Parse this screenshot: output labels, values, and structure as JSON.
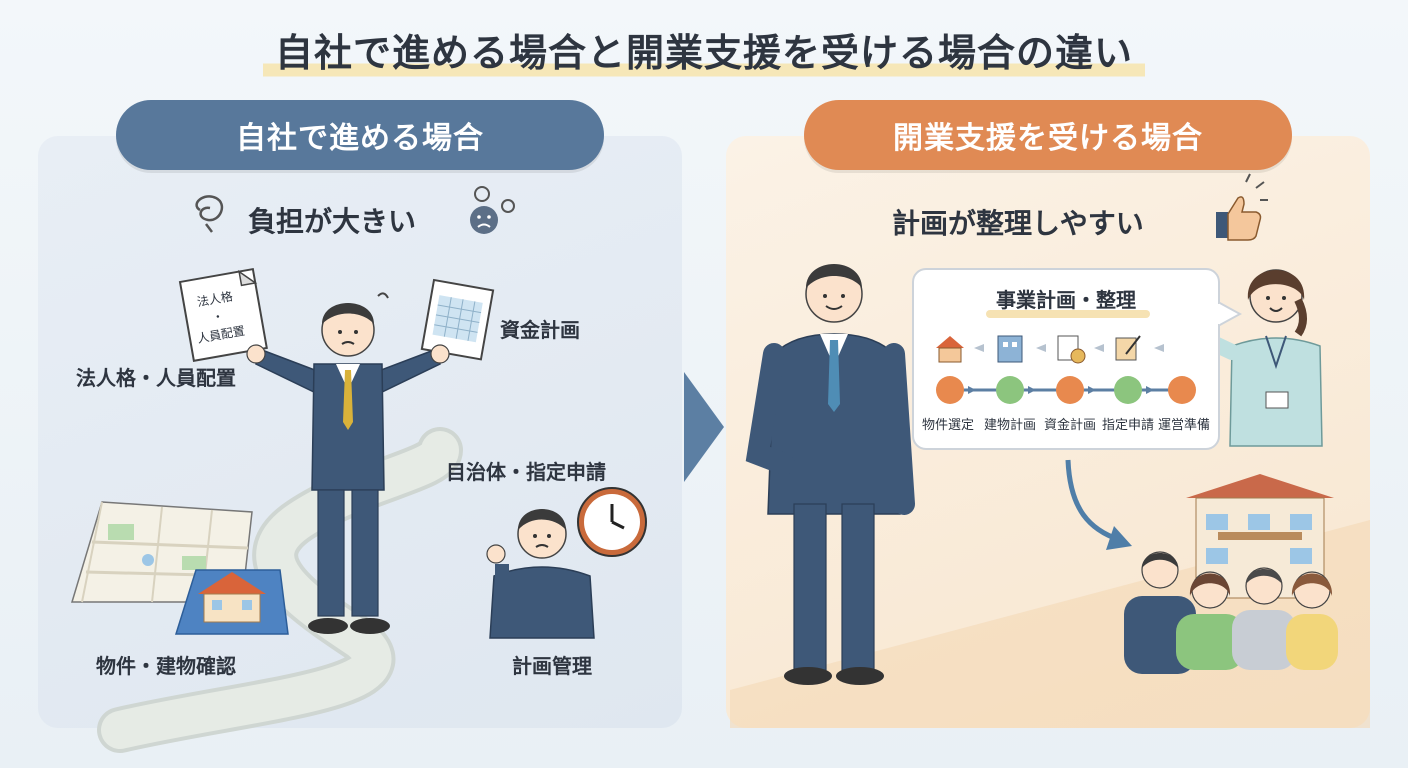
{
  "title": "自社で進める場合と開業支援を受ける場合の違い",
  "left": {
    "header": "自社で進める場合",
    "subtitle": "負担が大きい",
    "labels": {
      "doc": "法人格\n・\n人員配置",
      "hr": "法人格・人員配置",
      "funding": "資金計画",
      "municipality": "目治体・指定申請",
      "property": "物件・建物確認",
      "plan_mgmt": "計画管理"
    }
  },
  "right": {
    "header": "開業支援を受ける場合",
    "subtitle": "計画が整理しやすい",
    "bubble_title": "事業計画・整理",
    "steps": [
      "物件選定",
      "建物計画",
      "資金計画",
      "指定申請",
      "運営準備"
    ]
  },
  "colors": {
    "left_accent": "#58789b",
    "right_accent": "#e08a54",
    "suit": "#3e5878",
    "tie": "#d9b23a"
  }
}
